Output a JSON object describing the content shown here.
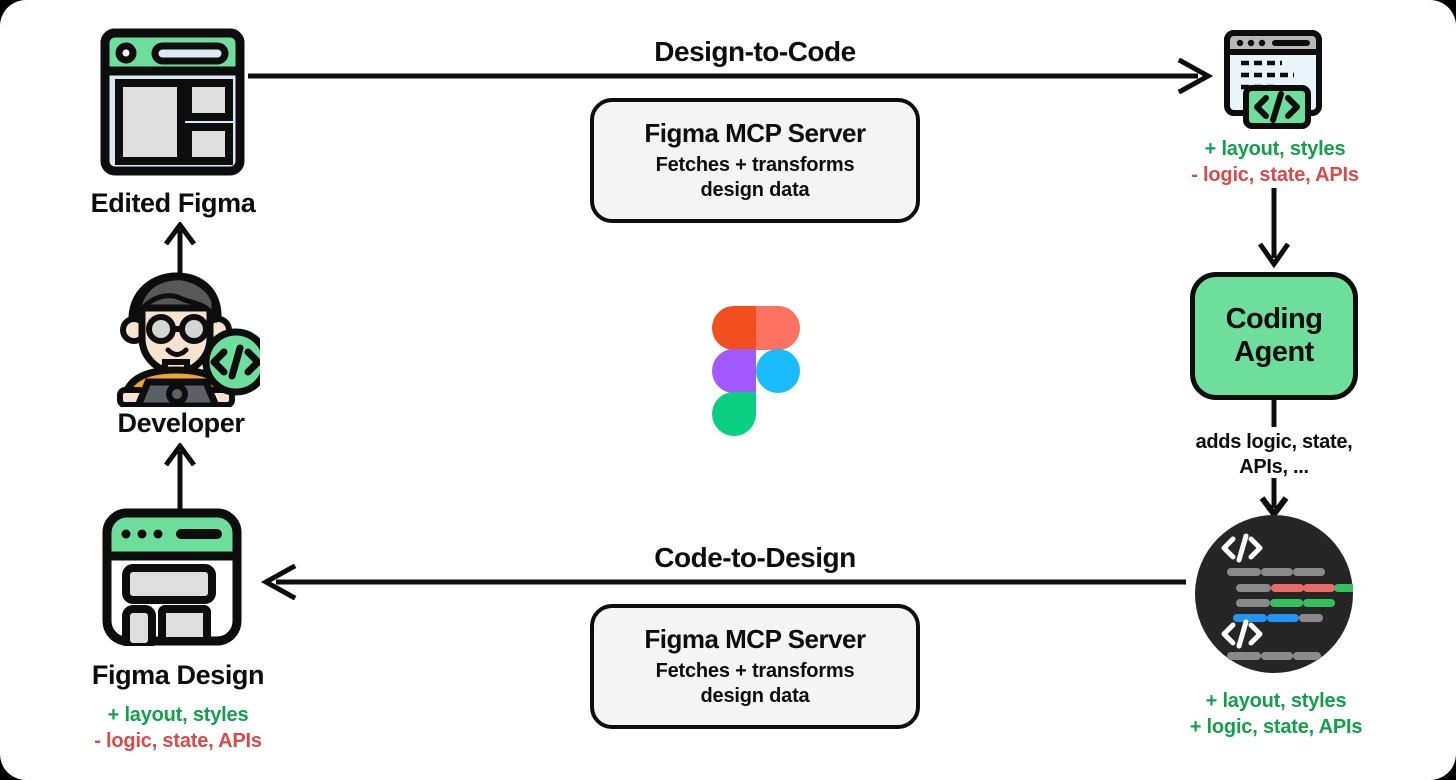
{
  "diagram": {
    "title": "Figma MCP Server Design-to-Code and Code-to-Design loop",
    "colors": {
      "green": "#14a04a",
      "red": "#d94a4a",
      "agent_fill": "#6ede9d",
      "stroke": "#0d0d0d",
      "box_fill": "#f4f4f4",
      "circle_fill": "#262626"
    }
  },
  "flows": {
    "top_arrow_label": "Design-to-Code",
    "bottom_arrow_label": "Code-to-Design"
  },
  "nodes": {
    "edited_figma": {
      "label": "Edited Figma",
      "icon": "browser-window-wireframe-icon"
    },
    "developer": {
      "label": "Developer",
      "icon": "developer-person-icon"
    },
    "figma_design": {
      "label": "Figma Design",
      "icon": "browser-window-wireframe-icon",
      "notes": [
        {
          "text": "+ layout, styles",
          "tone": "green"
        },
        {
          "text": "- logic, state, APIs",
          "tone": "red"
        }
      ]
    },
    "code_window": {
      "icon": "code-browser-window-icon",
      "notes": [
        {
          "text": "+ layout, styles",
          "tone": "green"
        },
        {
          "text": "- logic, state, APIs",
          "tone": "red"
        }
      ]
    },
    "coding_agent": {
      "label_line1": "Coding",
      "label_line2": "Agent",
      "caption_line1": "adds logic, state,",
      "caption_line2": "APIs, ..."
    },
    "code_circle": {
      "icon": "code-snippet-circle-icon",
      "notes": [
        {
          "text": "+ layout, styles",
          "tone": "green"
        },
        {
          "text": "+ logic, state, APIs",
          "tone": "green"
        }
      ]
    },
    "mcp_top": {
      "title": "Figma MCP Server",
      "sub_line1": "Fetches + transforms",
      "sub_line2": "design data"
    },
    "mcp_bottom": {
      "title": "Figma MCP Server",
      "sub_line1": "Fetches + transforms",
      "sub_line2": "design data"
    },
    "figma_logo": {
      "icon": "figma-logo-icon"
    }
  }
}
